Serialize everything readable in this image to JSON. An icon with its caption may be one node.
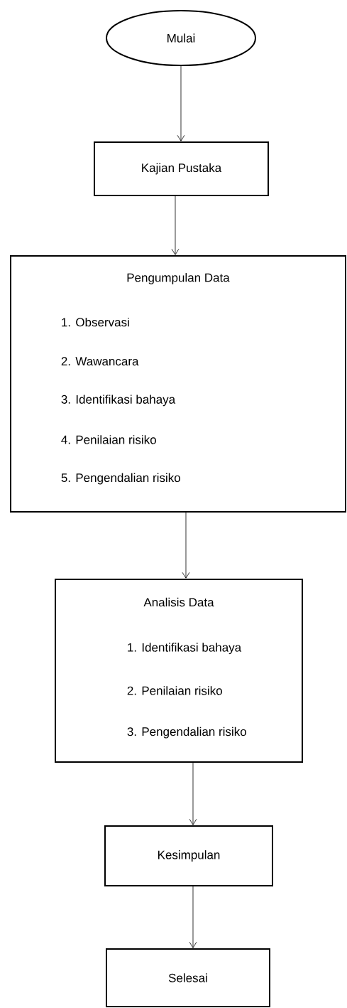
{
  "diagram": {
    "nodes": [
      {
        "text": [
          "Mulai"
        ]
      },
      {
        "text": [
          "Kajian Pustaka"
        ]
      },
      {
        "text": [
          "Pengumpulan Data",
          "1. Observasi",
          "2. Wawancara",
          "3. Identifikasi bahaya",
          "4. Penilaian risiko",
          "5. Pengendalian risiko"
        ]
      },
      {
        "text": [
          "Analisis Data",
          "1. Identifikasi bahaya",
          "2. Penilaian risiko",
          "3. Pengendalian risiko"
        ]
      },
      {
        "text": [
          "Kesimpulan"
        ]
      },
      {
        "text": [
          "Selesai"
        ]
      }
    ],
    "edges": [
      {
        "from": 0,
        "to": 1,
        "arrow": "to"
      },
      {
        "from": 1,
        "to": 2,
        "arrow": "to"
      },
      {
        "from": 2,
        "to": 3,
        "arrow": "to"
      },
      {
        "from": 3,
        "to": 4,
        "arrow": "to"
      },
      {
        "from": 4,
        "to": 5,
        "arrow": "to"
      }
    ]
  }
}
